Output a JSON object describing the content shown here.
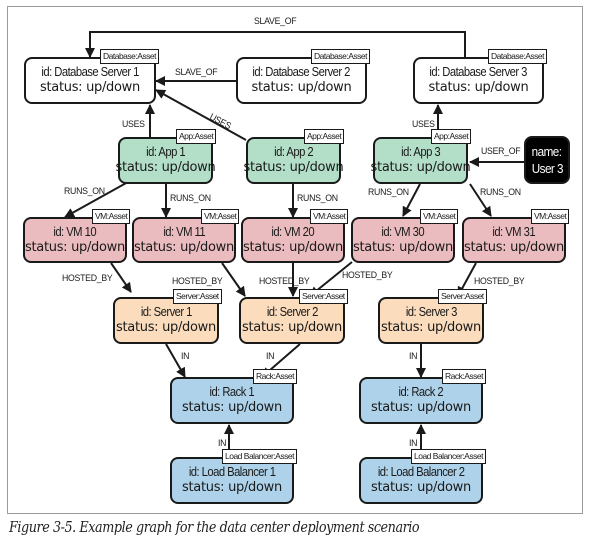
{
  "colors": {
    "database": "#ffffff",
    "app": "#b3dfc9",
    "vm": "#ebbcbf",
    "server": "#fbdcbc",
    "rack": "#aed2ea",
    "user": "#000000",
    "stroke": "#1a1a1a"
  },
  "nodes": [
    {
      "key": "db1",
      "type": "database",
      "id_text": "id: Database Server 1",
      "status_text": "status: up/down",
      "tag": "Database:Asset"
    },
    {
      "key": "db2",
      "type": "database",
      "id_text": "id: Database Server 2",
      "status_text": "status: up/down",
      "tag": "Database:Asset"
    },
    {
      "key": "db3",
      "type": "database",
      "id_text": "id: Database Server 3",
      "status_text": "status: up/down",
      "tag": "Database:Asset"
    },
    {
      "key": "app1",
      "type": "app",
      "id_text": "id: App 1",
      "status_text": "status: up/down",
      "tag": "App:Asset"
    },
    {
      "key": "app2",
      "type": "app",
      "id_text": "id: App 2",
      "status_text": "status: up/down",
      "tag": "App:Asset"
    },
    {
      "key": "app3",
      "type": "app",
      "id_text": "id: App 3",
      "status_text": "status: up/down",
      "tag": "App:Asset"
    },
    {
      "key": "user3",
      "type": "user",
      "id_text": "name:",
      "status_text": "User 3",
      "tag": ""
    },
    {
      "key": "vm10",
      "type": "vm",
      "id_text": "id: VM 10",
      "status_text": "status: up/down",
      "tag": "VM:Asset"
    },
    {
      "key": "vm11",
      "type": "vm",
      "id_text": "id: VM 11",
      "status_text": "status: up/down",
      "tag": "VM:Asset"
    },
    {
      "key": "vm20",
      "type": "vm",
      "id_text": "id: VM 20",
      "status_text": "status: up/down",
      "tag": "VM:Asset"
    },
    {
      "key": "vm30",
      "type": "vm",
      "id_text": "id: VM 30",
      "status_text": "status: up/down",
      "tag": "VM:Asset"
    },
    {
      "key": "vm31",
      "type": "vm",
      "id_text": "id: VM 31",
      "status_text": "status: up/down",
      "tag": "VM:Asset"
    },
    {
      "key": "srv1",
      "type": "server",
      "id_text": "id: Server 1",
      "status_text": "status: up/down",
      "tag": "Server:Asset"
    },
    {
      "key": "srv2",
      "type": "server",
      "id_text": "id: Server 2",
      "status_text": "status: up/down",
      "tag": "Server:Asset"
    },
    {
      "key": "srv3",
      "type": "server",
      "id_text": "id: Server 3",
      "status_text": "status: up/down",
      "tag": "Server:Asset"
    },
    {
      "key": "rack1",
      "type": "rack",
      "id_text": "id: Rack 1",
      "status_text": "status: up/down",
      "tag": "Rack:Asset"
    },
    {
      "key": "rack2",
      "type": "rack",
      "id_text": "id: Rack 2",
      "status_text": "status: up/down",
      "tag": "Rack:Asset"
    },
    {
      "key": "lb1",
      "type": "rack",
      "id_text": "id: Load Balancer 1",
      "status_text": "status: up/down",
      "tag": "Load Balancer:Asset"
    },
    {
      "key": "lb2",
      "type": "rack",
      "id_text": "id: Load Balancer 2",
      "status_text": "status: up/down",
      "tag": "Load Balancer:Asset"
    }
  ],
  "edges": [
    {
      "from": "db3",
      "to": "db1",
      "label": "SLAVE_OF"
    },
    {
      "from": "db2",
      "to": "db1",
      "label": "SLAVE_OF"
    },
    {
      "from": "app1",
      "to": "db1",
      "label": "USES"
    },
    {
      "from": "app2",
      "to": "db1",
      "label": "USES"
    },
    {
      "from": "app3",
      "to": "db3",
      "label": "USES"
    },
    {
      "from": "user3",
      "to": "app3",
      "label": "USER_OF"
    },
    {
      "from": "app1",
      "to": "vm10",
      "label": "RUNS_ON"
    },
    {
      "from": "app1",
      "to": "vm11",
      "label": "RUNS_ON"
    },
    {
      "from": "app2",
      "to": "vm20",
      "label": "RUNS_ON"
    },
    {
      "from": "app3",
      "to": "vm30",
      "label": "RUNS_ON"
    },
    {
      "from": "app3",
      "to": "vm31",
      "label": "RUNS_ON"
    },
    {
      "from": "vm10",
      "to": "srv1",
      "label": "HOSTED_BY"
    },
    {
      "from": "vm11",
      "to": "srv2",
      "label": "HOSTED_BY"
    },
    {
      "from": "vm20",
      "to": "srv2",
      "label": "HOSTED_BY"
    },
    {
      "from": "vm30",
      "to": "srv2",
      "label": "HOSTED_BY"
    },
    {
      "from": "vm31",
      "to": "srv3",
      "label": "HOSTED_BY"
    },
    {
      "from": "srv1",
      "to": "rack1",
      "label": "IN"
    },
    {
      "from": "srv2",
      "to": "rack1",
      "label": "IN"
    },
    {
      "from": "srv3",
      "to": "rack2",
      "label": "IN"
    },
    {
      "from": "lb1",
      "to": "rack1",
      "label": "IN"
    },
    {
      "from": "lb2",
      "to": "rack2",
      "label": "IN"
    }
  ],
  "caption": "Figure 3-5. Example graph for the data center deployment scenario"
}
